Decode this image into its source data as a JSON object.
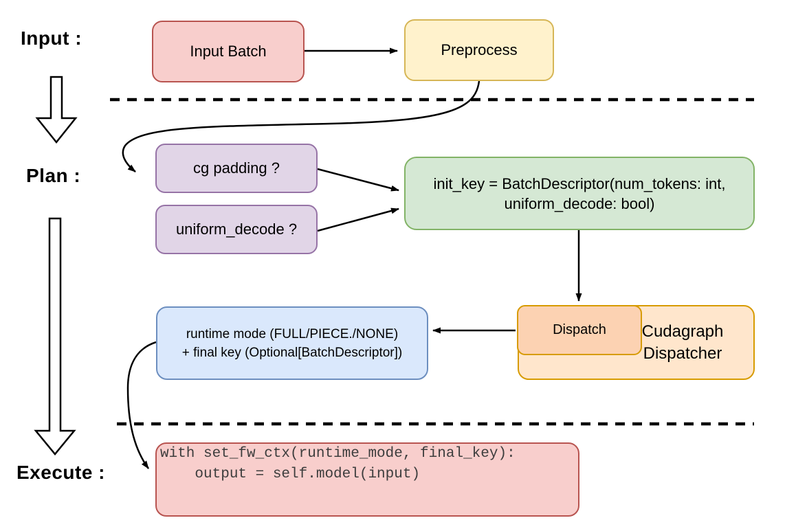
{
  "diagram": {
    "section_labels": {
      "input": "Input :",
      "plan": "Plan :",
      "execute": "Execute :"
    },
    "nodes": {
      "input_batch": {
        "label": "Input Batch"
      },
      "preprocess": {
        "label": "Preprocess"
      },
      "cg_padding": {
        "label": "cg padding ?"
      },
      "uniform_decode": {
        "label": "uniform_decode ?"
      },
      "init_key": {
        "line1": "init_key = BatchDescriptor(num_tokens: int,",
        "line2": "uniform_decode: bool)"
      },
      "dispatch": {
        "label": "Dispatch"
      },
      "cudagraph_dispatcher": {
        "line1": "Cudagraph",
        "line2": "Dispatcher"
      },
      "runtime_result": {
        "line1": "runtime mode (FULL/PIECE./NONE)",
        "line2": "+ final key (Optional[BatchDescriptor])"
      },
      "execute_code": {
        "line1": "with set_fw_ctx(runtime_mode, final_key):",
        "line2": "    output = self.model(input)"
      }
    },
    "colors": {
      "red_fill": "#f8cecc",
      "red_stroke": "#b85450",
      "yellow_fill": "#fff2cc",
      "yellow_stroke": "#d6b656",
      "purple_fill": "#e1d5e7",
      "purple_stroke": "#9673a6",
      "green_fill": "#d5e8d4",
      "green_stroke": "#82b366",
      "blue_fill": "#dae8fc",
      "blue_stroke": "#6c8ebf",
      "orange_fill": "#ffe6cc",
      "orange_stroke": "#d79b00",
      "peach_fill": "#fcd2b2",
      "arrow_color": "#000000",
      "code_text_color": "#3d3d3d"
    }
  }
}
